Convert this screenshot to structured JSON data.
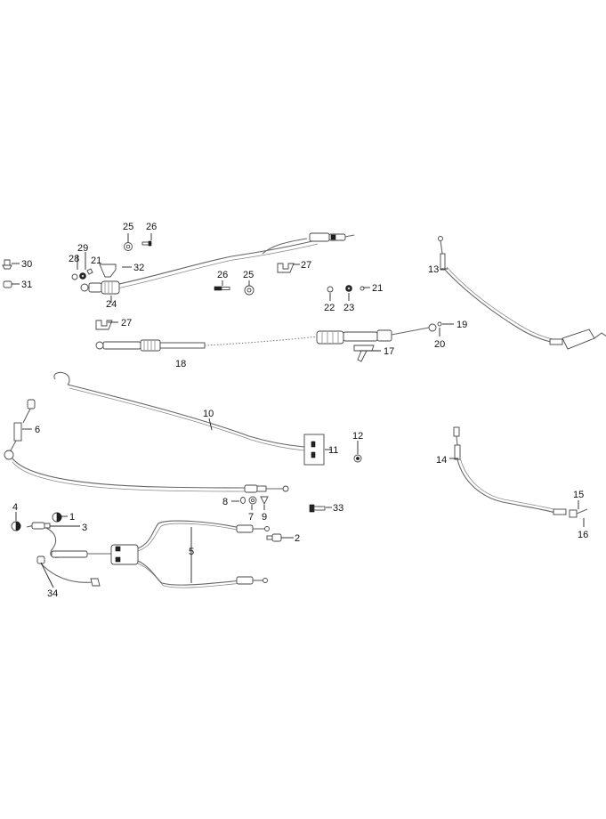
{
  "diagram": {
    "callouts": {
      "c1": "1",
      "c2": "2",
      "c3": "3",
      "c4": "4",
      "c5": "5",
      "c6": "6",
      "c7": "7",
      "c8": "8",
      "c9": "9",
      "c10": "10",
      "c11": "11",
      "c12": "12",
      "c13": "13",
      "c14": "14",
      "c15": "15",
      "c16": "16",
      "c17": "17",
      "c18": "18",
      "c19": "19",
      "c20": "20",
      "c21a": "21",
      "c21b": "21",
      "c22": "22",
      "c23": "23",
      "c24": "24",
      "c25a": "25",
      "c25b": "25",
      "c26a": "26",
      "c26b": "26",
      "c27a": "27",
      "c27b": "27",
      "c28": "28",
      "c29": "29",
      "c30": "30",
      "c31": "31",
      "c32": "32",
      "c33": "33",
      "c34": "34"
    }
  }
}
